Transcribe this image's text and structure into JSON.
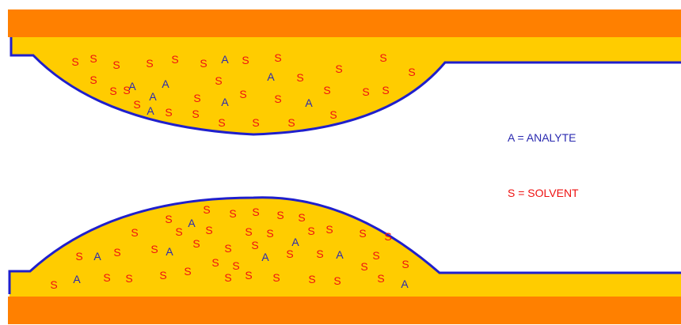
{
  "colors": {
    "wall": "#FF8000",
    "stationary_phase": "#FFCC00",
    "boundary": "#1F1FCC",
    "analyte": "#2A2AB0",
    "solvent": "#EE1111"
  },
  "symbols": {
    "analyte": "A",
    "solvent": "S"
  },
  "legend": {
    "analyte": "A = ANALYTE",
    "solvent": "S = SOLVENT"
  }
}
